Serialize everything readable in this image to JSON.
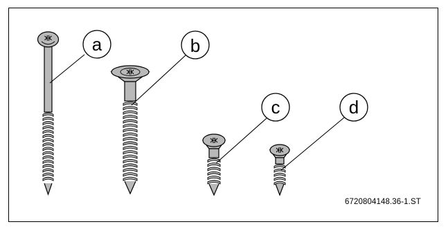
{
  "figure": {
    "callouts": [
      {
        "id": "a",
        "label": "a"
      },
      {
        "id": "b",
        "label": "b"
      },
      {
        "id": "c",
        "label": "c"
      },
      {
        "id": "d",
        "label": "d"
      }
    ],
    "reference_code": "6720804148.36-1.ST"
  },
  "colors": {
    "screw_fill": "#b9b9b9",
    "outline": "#000000",
    "background": "#ffffff"
  }
}
